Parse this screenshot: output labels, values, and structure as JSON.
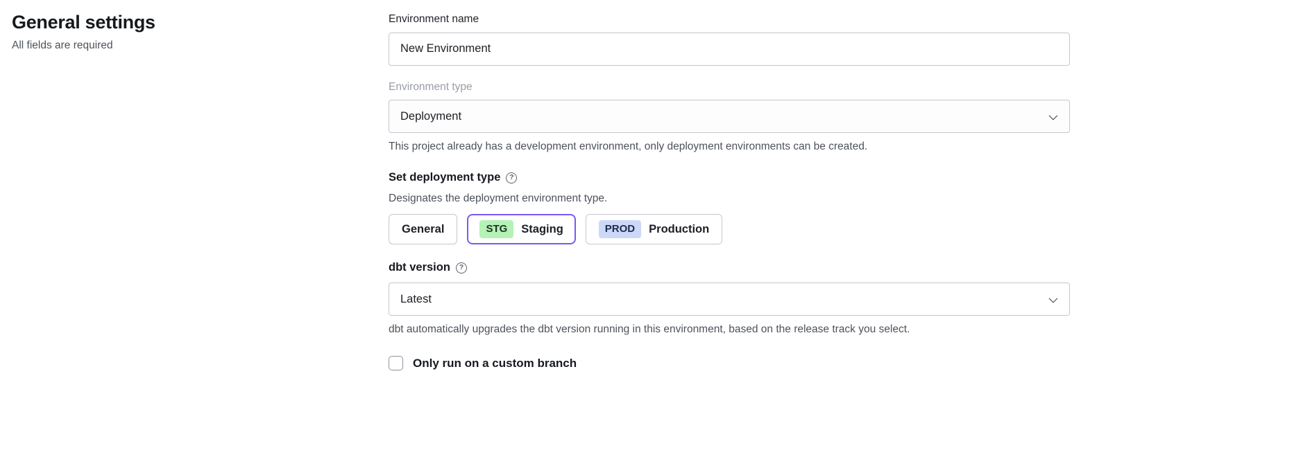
{
  "page": {
    "title": "General settings",
    "subtitle": "All fields are required"
  },
  "icons": {
    "help": "?"
  },
  "form": {
    "environment_name": {
      "label": "Environment name",
      "value": "New Environment"
    },
    "environment_type": {
      "label": "Environment type",
      "value": "Deployment",
      "helper": "This project already has a development environment, only deployment environments can be created."
    },
    "deployment_type": {
      "label": "Set deployment type",
      "helper": "Designates the deployment environment type.",
      "options": [
        {
          "label": "General",
          "badge": "",
          "selected": false
        },
        {
          "label": "Staging",
          "badge": "STG",
          "selected": true
        },
        {
          "label": "Production",
          "badge": "PROD",
          "selected": false
        }
      ]
    },
    "dbt_version": {
      "label": "dbt version",
      "value": "Latest",
      "helper": "dbt automatically upgrades the dbt version running in this environment, based on the release track you select."
    },
    "custom_branch": {
      "label": "Only run on a custom branch",
      "checked": false
    }
  },
  "colors": {
    "accent": "#7a58f5",
    "stg_badge_bg": "#b4f2b6",
    "prod_badge_bg": "#ccd8f8",
    "helper_text": "#4d525a",
    "input_border": "#c5c7cc"
  }
}
